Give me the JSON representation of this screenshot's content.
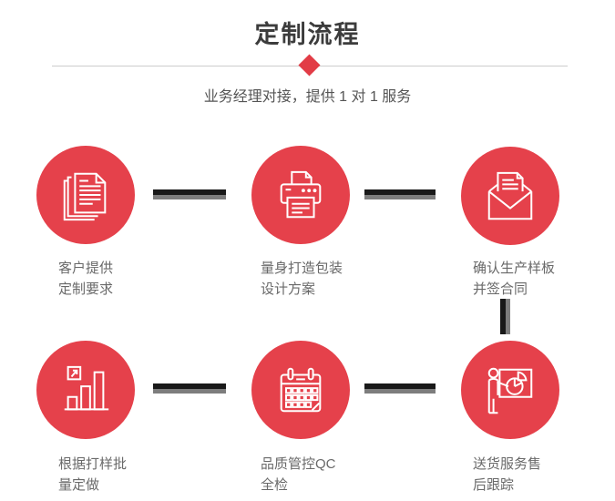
{
  "header": {
    "title": "定制流程",
    "subtitle": "业务经理对接，提供 1 对 1 服务"
  },
  "colors": {
    "accent_red": "#e5414b",
    "diamond_red": "#e23c46",
    "title_text": "#3c3c3c",
    "subtitle_text": "#555555",
    "label_text": "#696969",
    "connector_dark": "#191919",
    "connector_gray": "#7d7d7d",
    "divider_gray": "#cccccc",
    "icon_stroke": "#ffffff"
  },
  "steps": [
    {
      "icon": "documents-icon",
      "label_line1": "客户提供",
      "label_line2": "定制要求"
    },
    {
      "icon": "printer-icon",
      "label_line1": "量身打造包装",
      "label_line2": "设计方案"
    },
    {
      "icon": "envelope-icon",
      "label_line1": "确认生产样板",
      "label_line2": "并签合同"
    },
    {
      "icon": "bar-chart-icon",
      "label_line1": "根据打样批",
      "label_line2": "量定做"
    },
    {
      "icon": "calendar-icon",
      "label_line1": "品质管控QC",
      "label_line2": "全检"
    },
    {
      "icon": "presenter-icon",
      "label_line1": "送货服务售",
      "label_line2": "后跟踪"
    }
  ]
}
